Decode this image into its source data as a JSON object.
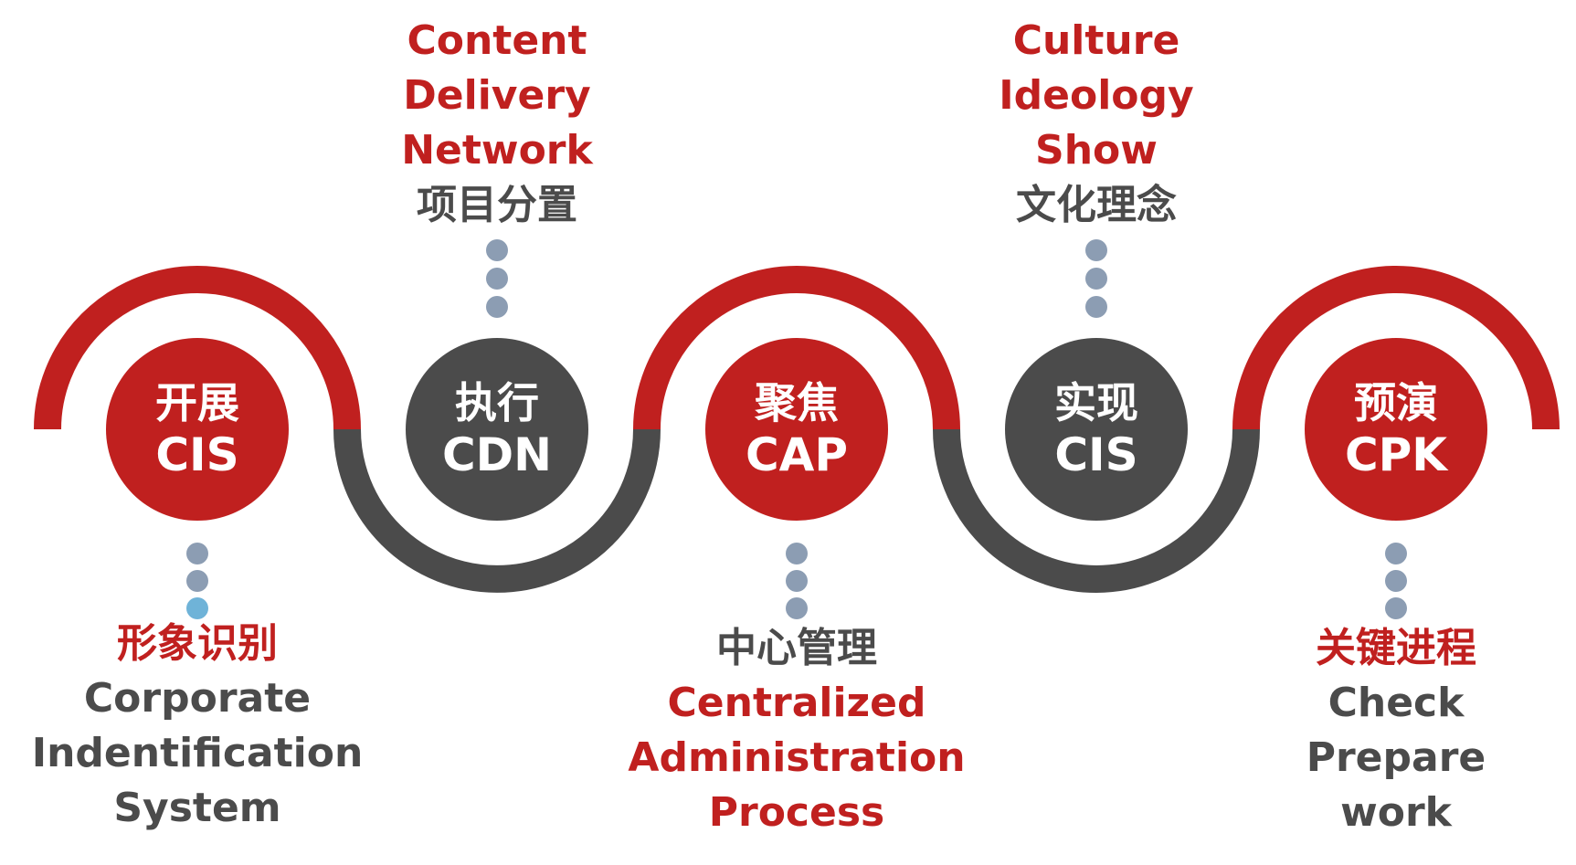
{
  "colors": {
    "red": "#c0201f",
    "gray": "#4b4b4b",
    "dot": "#8c9db3",
    "dot_accent": "#6fb3d8"
  },
  "steps": [
    {
      "cn": "开展",
      "en": "CIS",
      "circle_color": "red",
      "caption": [
        "形象识别",
        "Corporate",
        "Indentification",
        "System"
      ]
    },
    {
      "cn": "执行",
      "en": "CDN",
      "circle_color": "gray",
      "caption": [
        "Content",
        "Delivery",
        "Network",
        "项目分置"
      ]
    },
    {
      "cn": "聚焦",
      "en": "CAP",
      "circle_color": "red",
      "caption": [
        "中心管理",
        "Centralized",
        "Administration",
        "Process"
      ]
    },
    {
      "cn": "实现",
      "en": "CIS",
      "circle_color": "gray",
      "caption": [
        "Culture",
        "Ideology",
        "Show",
        "文化理念"
      ]
    },
    {
      "cn": "预演",
      "en": "CPK",
      "circle_color": "red",
      "caption": [
        "关键进程",
        "Check",
        "Prepare",
        "work"
      ]
    }
  ]
}
